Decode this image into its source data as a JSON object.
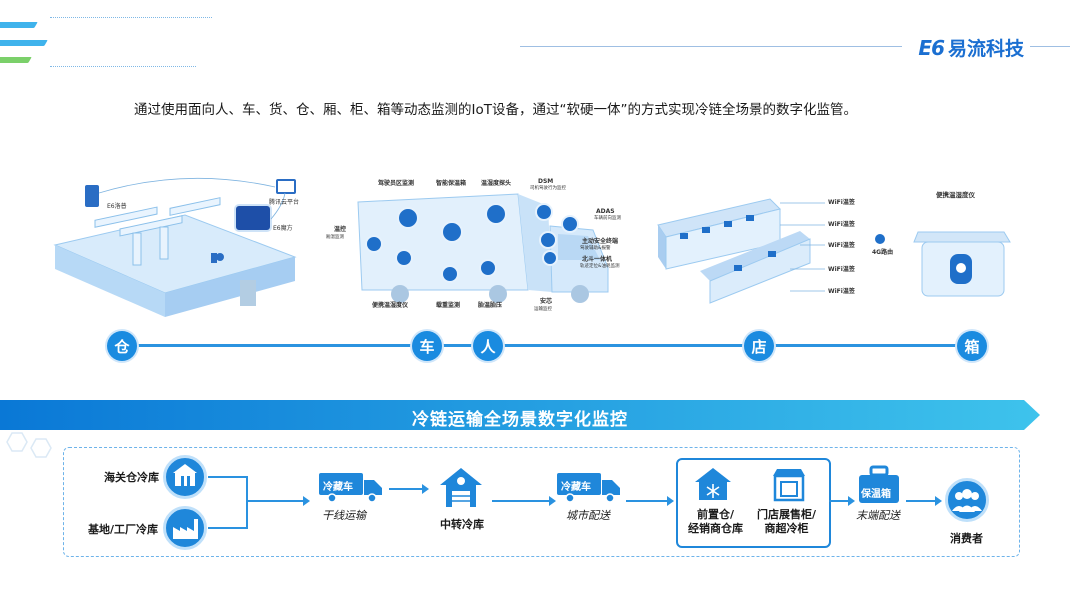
{
  "brand": {
    "logo_text": "E6",
    "name": "易流科技"
  },
  "intro": "通过使用面向人、车、货、仓、厢、柜、箱等动态监测的IoT设备，通过“软硬一体”的方式实现冷链全场景的数字化监管。",
  "scenes": {
    "warehouse": {
      "labels": [
        "E6洛普",
        "腾讯云平台",
        "E6魔方"
      ]
    },
    "truck": {
      "labels": [
        "驾驶员区监测",
        "智能保温箱",
        "温湿度探头",
        "DSM",
        "司机驾驶行为监控",
        "ADAS",
        "车辆前向监测",
        "温控",
        "厢温监测",
        "主动安全终端",
        "驾驶辅助&报警",
        "北斗一体机",
        "轨迹定位&油耗监测",
        "便携温湿度仪",
        "载重监测",
        "胎温胎压",
        "安芯",
        "运输监控"
      ]
    },
    "store": {
      "labels": [
        "WiFi温签",
        "WiFi温签",
        "WiFi温签",
        "WiFi温签",
        "WiFi温签",
        "4G路由"
      ]
    },
    "box": {
      "labels": [
        "便携温湿度仪"
      ]
    }
  },
  "timeline": {
    "nodes": [
      "仓",
      "车",
      "人",
      "店",
      "箱"
    ]
  },
  "banner": {
    "title": "冷链运输全场景数字化监控"
  },
  "flow": {
    "sources": [
      "海关仓冷库",
      "基地/工厂冷库"
    ],
    "truck1": {
      "badge": "冷藏车",
      "caption": "干线运输"
    },
    "hub": {
      "label": "中转冷库"
    },
    "truck2": {
      "badge": "冷藏车",
      "caption": "城市配送"
    },
    "store_group": {
      "items": [
        "前置仓/\n经销商仓库",
        "门店展售柜/\n商超冷柜"
      ]
    },
    "box": {
      "badge": "保温箱",
      "caption": "末端配送"
    },
    "consumer": {
      "label": "消费者"
    }
  },
  "colors": {
    "primary": "#1f87da",
    "light": "#bfe0fa",
    "banner_start": "#0a78d6",
    "banner_end": "#3ec3ec"
  }
}
